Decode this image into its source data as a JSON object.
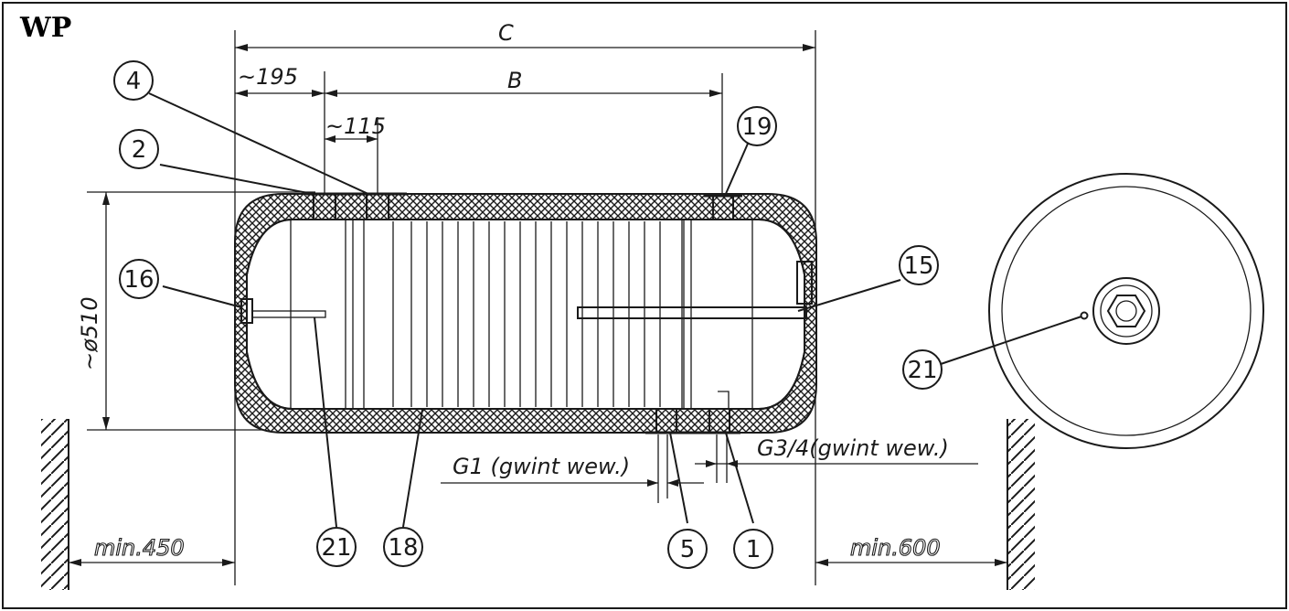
{
  "title": "WP",
  "dimensions": {
    "overall_length": "C",
    "connection_spacing": "B",
    "left_offset": "~195",
    "inner_offset": "~115",
    "diameter": "~ø510",
    "left_clearance": "min.450",
    "right_clearance": "min.600"
  },
  "threads": {
    "g1": "G1 (gwint wew.)",
    "g34": "G3/4(gwint wew.)"
  },
  "callouts": {
    "c4": "4",
    "c2": "2",
    "c16": "16",
    "c21a": "21",
    "c18": "18",
    "c5": "5",
    "c1": "1",
    "c19": "19",
    "c15": "15",
    "c21b": "21"
  }
}
